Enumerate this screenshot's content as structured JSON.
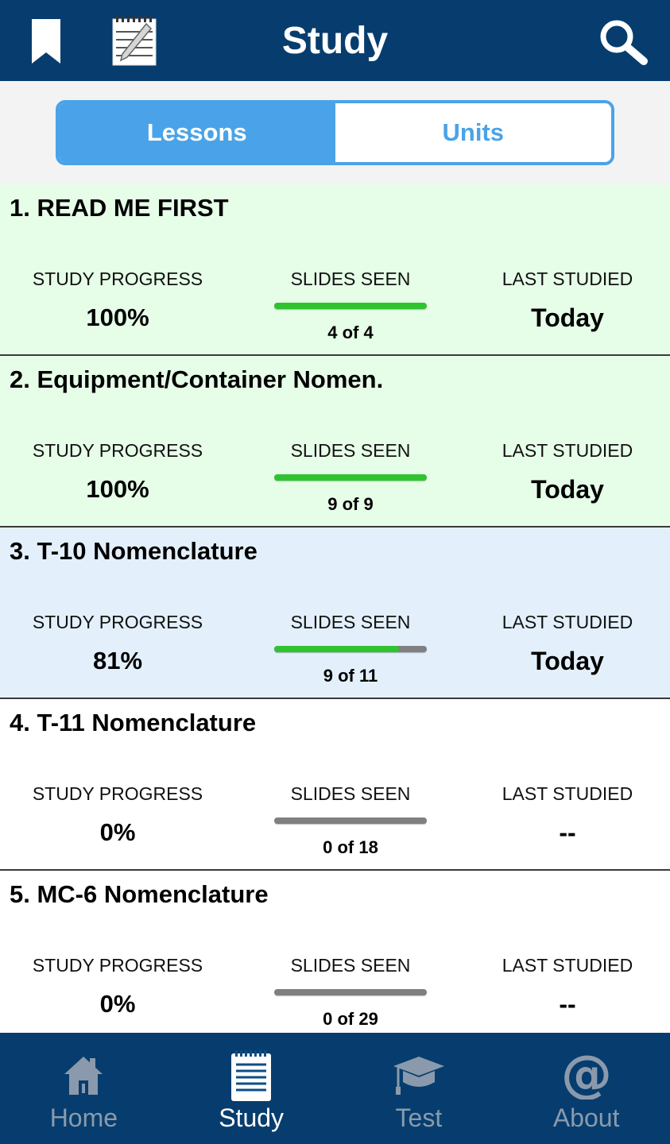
{
  "header": {
    "title": "Study",
    "left_icons": [
      "bookmark-icon",
      "notepad-icon"
    ],
    "right_icon": "search-icon",
    "background_color": "#063d6e"
  },
  "segmented": {
    "options": [
      "Lessons",
      "Units"
    ],
    "selected": "Lessons",
    "accent_color": "#4aa3e8"
  },
  "lessons": [
    {
      "title": "1. READ ME FIRST",
      "progress_label": "STUDY PROGRESS",
      "progress_value": "100%",
      "slides_label": "SLIDES SEEN",
      "slides_seen": "4 of 4",
      "slides_fraction": 1.0,
      "last_label": "LAST STUDIED",
      "last_value": "Today",
      "status": "complete"
    },
    {
      "title": "2. Equipment/Container Nomen.",
      "progress_label": "STUDY PROGRESS",
      "progress_value": "100%",
      "slides_label": "SLIDES SEEN",
      "slides_seen": "9 of 9",
      "slides_fraction": 1.0,
      "last_label": "LAST STUDIED",
      "last_value": "Today",
      "status": "complete"
    },
    {
      "title": "3. T-10 Nomenclature",
      "progress_label": "STUDY PROGRESS",
      "progress_value": "81%",
      "slides_label": "SLIDES SEEN",
      "slides_seen": "9 of 11",
      "slides_fraction": 0.82,
      "last_label": "LAST STUDIED",
      "last_value": "Today",
      "status": "in-progress"
    },
    {
      "title": "4. T-11 Nomenclature",
      "progress_label": "STUDY PROGRESS",
      "progress_value": "0%",
      "slides_label": "SLIDES SEEN",
      "slides_seen": "0 of 18",
      "slides_fraction": 0.0,
      "last_label": "LAST STUDIED",
      "last_value": "--",
      "status": "not-started"
    },
    {
      "title": "5. MC-6 Nomenclature",
      "progress_label": "STUDY PROGRESS",
      "progress_value": "0%",
      "slides_label": "SLIDES SEEN",
      "slides_seen": "0 of 29",
      "slides_fraction": 0.0,
      "last_label": "LAST STUDIED",
      "last_value": "--",
      "status": "not-started"
    }
  ],
  "status_colors": {
    "complete": "#e6fde8",
    "in-progress": "#e3f0fc",
    "not-started": "#ffffff",
    "bar_fill": "#2fc42f",
    "bar_track": "#808080"
  },
  "bottom_nav": [
    {
      "label": "Home",
      "icon": "house-icon",
      "active": false
    },
    {
      "label": "Study",
      "icon": "notepad-icon",
      "active": true
    },
    {
      "label": "Test",
      "icon": "graduation-cap-icon",
      "active": false
    },
    {
      "label": "About",
      "icon": "at-sign-icon",
      "active": false
    }
  ]
}
